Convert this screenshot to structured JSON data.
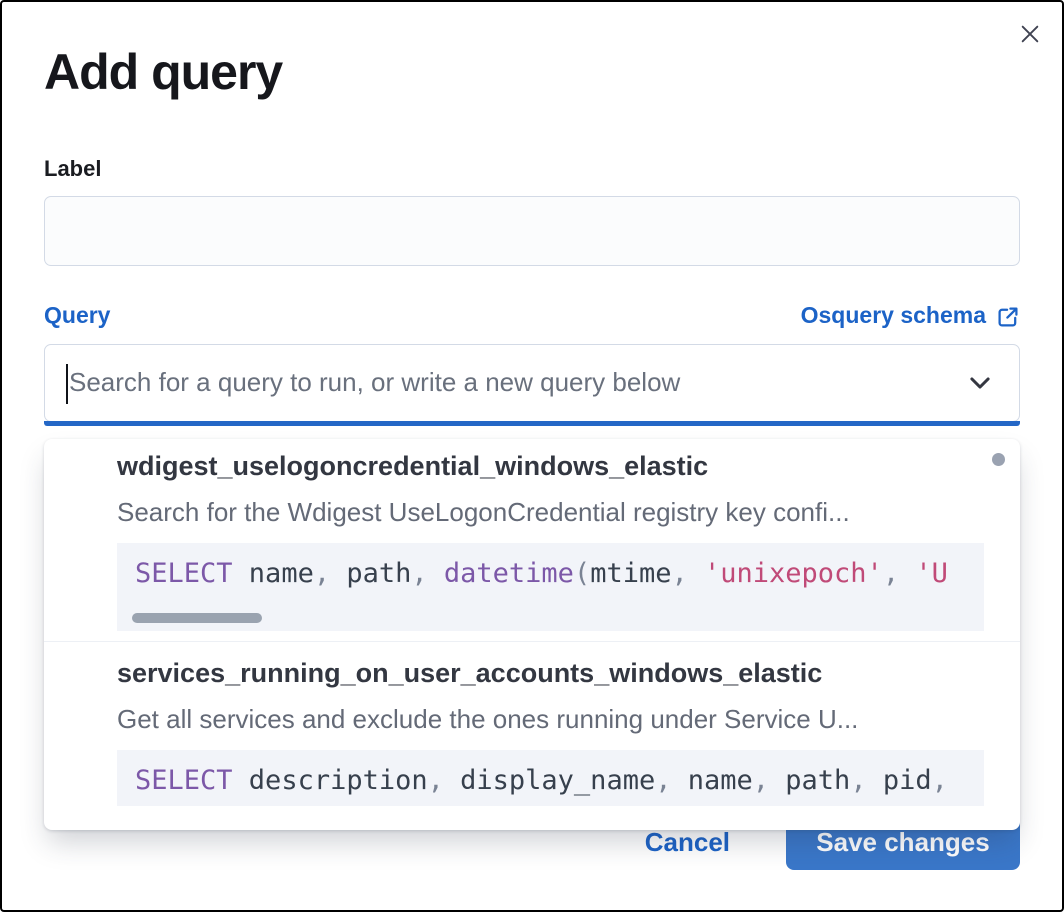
{
  "modal": {
    "title": "Add query"
  },
  "label_field": {
    "label": "Label",
    "value": "",
    "placeholder": ""
  },
  "query_field": {
    "label": "Query",
    "schema_link_label": "Osquery schema",
    "placeholder": "Search for a query to run, or write a new query below"
  },
  "dropdown": {
    "options": [
      {
        "title": "wdigest_uselogoncredential_windows_elastic",
        "description": "Search for the Wdigest UseLogonCredential registry key confi...",
        "sql_tokens": [
          {
            "type": "keyword",
            "text": "SELECT"
          },
          {
            "type": "plain",
            "text": " name"
          },
          {
            "type": "punct",
            "text": ", "
          },
          {
            "type": "plain",
            "text": "path"
          },
          {
            "type": "punct",
            "text": ", "
          },
          {
            "type": "keyword",
            "text": "datetime"
          },
          {
            "type": "punct",
            "text": "("
          },
          {
            "type": "plain",
            "text": "mtime"
          },
          {
            "type": "punct",
            "text": ", "
          },
          {
            "type": "string",
            "text": "'unixepoch'"
          },
          {
            "type": "punct",
            "text": ", "
          },
          {
            "type": "string",
            "text": "'U"
          }
        ],
        "has_hscrollbar": true
      },
      {
        "title": "services_running_on_user_accounts_windows_elastic",
        "description": "Get all services and exclude the ones running under Service U...",
        "sql_tokens": [
          {
            "type": "keyword",
            "text": "SELECT"
          },
          {
            "type": "plain",
            "text": " description"
          },
          {
            "type": "punct",
            "text": ", "
          },
          {
            "type": "plain",
            "text": "display_name"
          },
          {
            "type": "punct",
            "text": ", "
          },
          {
            "type": "plain",
            "text": "name"
          },
          {
            "type": "punct",
            "text": ", "
          },
          {
            "type": "plain",
            "text": "path"
          },
          {
            "type": "punct",
            "text": ", "
          },
          {
            "type": "plain",
            "text": "pid"
          },
          {
            "type": "punct",
            "text": ","
          }
        ],
        "has_hscrollbar": false
      }
    ]
  },
  "footer": {
    "cancel_label": "Cancel",
    "save_label": "Save changes"
  },
  "colors": {
    "link_blue": "#1c63c7",
    "focus_bar_blue": "#2467c6",
    "save_button_blue": "#3a77c9",
    "keyword_purple": "#7c58a8",
    "string_red": "#c04a78",
    "code_background": "#f2f4f9",
    "placeholder_gray": "#69707d",
    "title_dark": "#16171c"
  }
}
